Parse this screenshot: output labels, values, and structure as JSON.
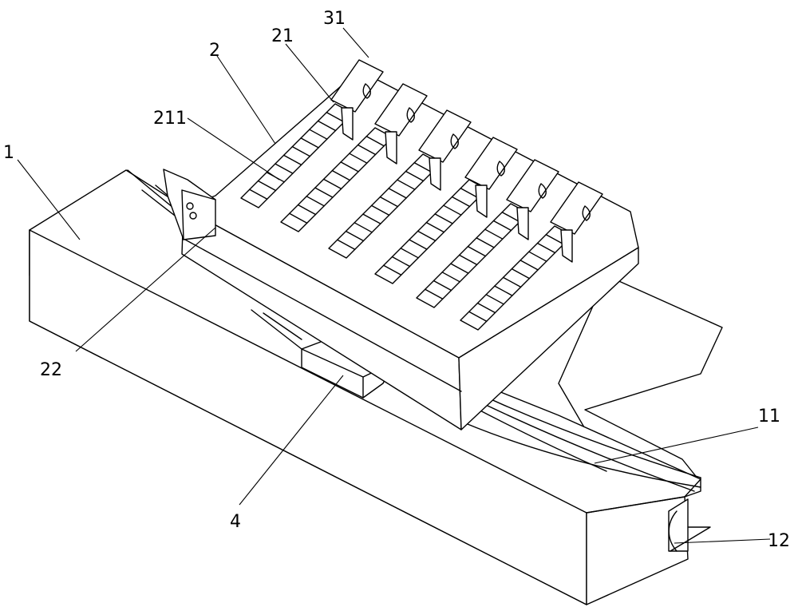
{
  "labels": {
    "base": "1",
    "base_slot": "11",
    "base_notch": "12",
    "tray": "2",
    "tray_slot": "21",
    "slot_rungs": "211",
    "tray_front_plate": "22",
    "clips": "31",
    "support_block": "4"
  }
}
